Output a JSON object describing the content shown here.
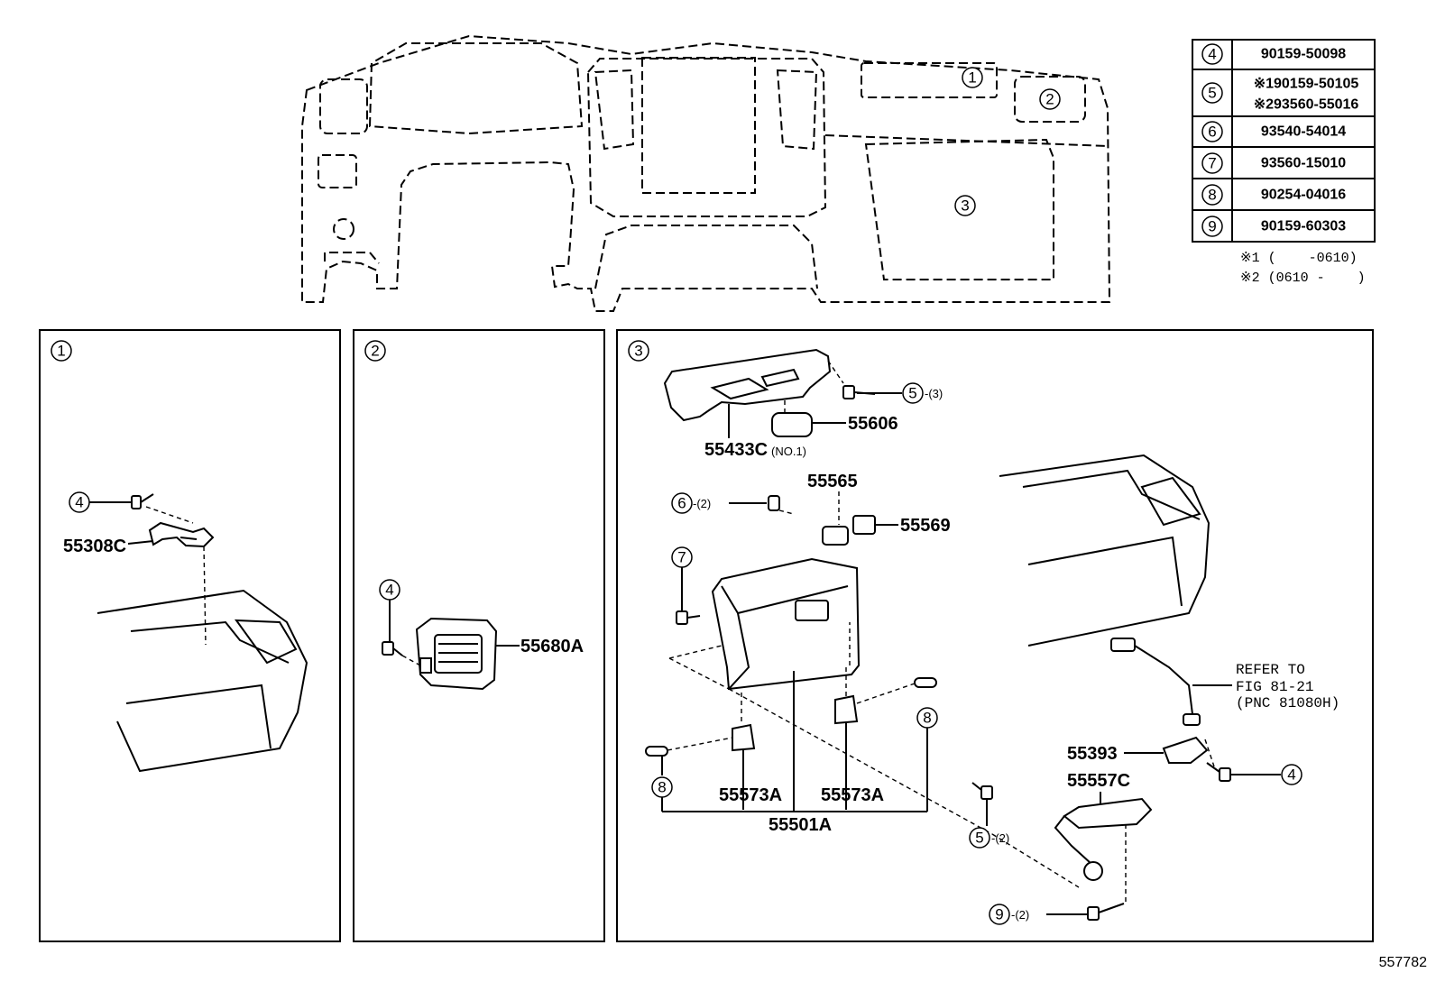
{
  "overview_callouts": [
    "1",
    "2",
    "3"
  ],
  "table": {
    "rows": [
      {
        "ref": "4",
        "lines": [
          "90159-50098"
        ]
      },
      {
        "ref": "5",
        "lines": [
          "※190159-50105",
          "※293560-55016"
        ]
      },
      {
        "ref": "6",
        "lines": [
          "93540-54014"
        ]
      },
      {
        "ref": "7",
        "lines": [
          "93560-15010"
        ]
      },
      {
        "ref": "8",
        "lines": [
          "90254-04016"
        ]
      },
      {
        "ref": "9",
        "lines": [
          "90159-60303"
        ]
      }
    ],
    "notes": [
      "※1 (    -0610)",
      "※2 (0610 -    )"
    ]
  },
  "panel1": {
    "id": "1",
    "fastener_ref": "4",
    "part_label": "55308C"
  },
  "panel2": {
    "id": "2",
    "fastener_ref": "4",
    "part_label": "55680A"
  },
  "panel3": {
    "id": "3",
    "labels": {
      "p55433c": "55433C",
      "p55433c_note": "(NO.1)",
      "p55606": "55606",
      "p55565": "55565",
      "p55569": "55569",
      "p55573a_left": "55573A",
      "p55573a_right": "55573A",
      "p55501a": "55501A",
      "p55393": "55393",
      "p55557c": "55557C"
    },
    "refs": {
      "r5_top": "5",
      "r5_top_qty": "-(3)",
      "r6": "6",
      "r6_qty": "-(2)",
      "r7": "7",
      "r8_left": "8",
      "r8_right": "8",
      "r5_bottom": "5",
      "r5_bottom_qty": "-(2)",
      "r9": "9",
      "r9_qty": "-(2)",
      "r4": "4"
    },
    "refer_to": [
      "REFER TO",
      "FIG 81-21",
      "(PNC 81080H)"
    ]
  },
  "figure_id": "557782"
}
